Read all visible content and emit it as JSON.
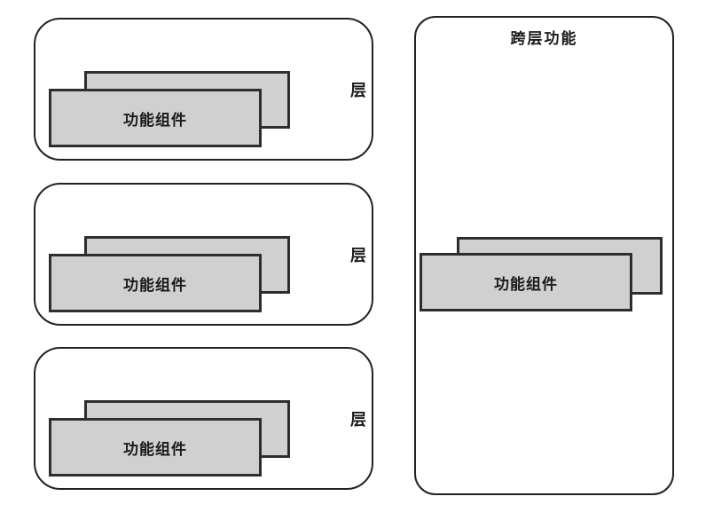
{
  "diagram": {
    "layers": [
      {
        "label": "层",
        "component": "功能组件"
      },
      {
        "label": "层",
        "component": "功能组件"
      },
      {
        "label": "层",
        "component": "功能组件"
      }
    ],
    "cross_layer": {
      "title": "跨层功能",
      "component": "功能组件"
    },
    "colors": {
      "panel_border": "#222222",
      "component_border": "#2e2e2e",
      "component_fill": "#d0d0d0",
      "background": "#ffffff",
      "text": "#1a1a1a"
    }
  }
}
